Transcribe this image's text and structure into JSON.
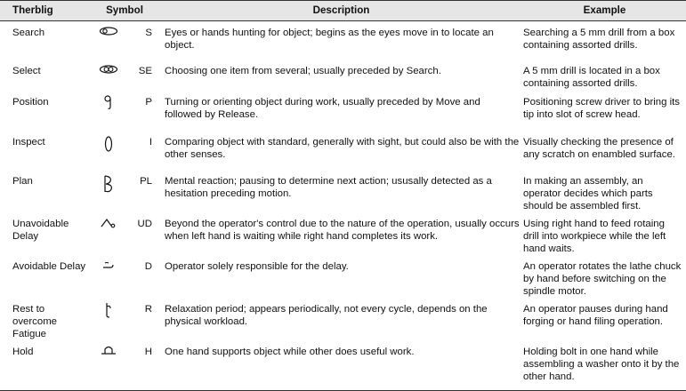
{
  "header": {
    "therblig": "Therblig",
    "symbol": "Symbol",
    "description": "Description",
    "example": "Example"
  },
  "rows": [
    {
      "name": "Search",
      "icon": "search-symbol-icon",
      "code": "S",
      "description": "Eyes or hands hunting for object; begins as the eyes move in to locate an object.",
      "example": "Searching a 5 mm drill from a box containing assorted drills."
    },
    {
      "name": "Select",
      "icon": "select-symbol-icon",
      "code": "SE",
      "description": "Choosing one item from several; usually preceded by Search.",
      "example": "A 5 mm drill is located in a box containing assorted drills."
    },
    {
      "name": "Position",
      "icon": "position-symbol-icon",
      "code": "P",
      "description": "Turning or orienting object during work, usually preceded by Move and followed by Release.",
      "example": "Positioning screw driver to bring its tip into slot of screw head."
    },
    {
      "name": "Inspect",
      "icon": "inspect-symbol-icon",
      "code": "I",
      "description": "Comparing object with standard, generally with sight, but could also be with the other senses.",
      "example": "Visually checking the presence of any scratch on enambled surface."
    },
    {
      "name": "Plan",
      "icon": "plan-symbol-icon",
      "code": "PL",
      "description": "Mental reaction; pausing to determine next action; ususally detected as a hesitation preceding motion.",
      "example": "In making an assembly, an operator decides which parts should be assembled first."
    },
    {
      "name": "Unavoidable Delay",
      "icon": "unavoidable-delay-symbol-icon",
      "code": "UD",
      "description": "Beyond the operator's control due to the nature of the operation, usually occurs when left hand is waiting while right hand completes its work.",
      "example": "Using right hand to feed rotaing drill into workpiece while the left hand waits."
    },
    {
      "name": "Avoidable Delay",
      "icon": "avoidable-delay-symbol-icon",
      "code": "D",
      "description": "Operator solely responsible for the delay.",
      "example": "An operator rotates the lathe chuck by hand before switching on the spindle motor."
    },
    {
      "name": "Rest to overcome Fatigue",
      "icon": "rest-symbol-icon",
      "code": "R",
      "description": "Relaxation period; appears periodically, not every cycle, depends on the physical workload.",
      "example": "An operator pauses during hand forging or hand filing operation."
    },
    {
      "name": "Hold",
      "icon": "hold-symbol-icon",
      "code": "H",
      "description": "One hand supports object while other does useful work.",
      "example": "Holding bolt in one hand while assembling a washer onto it by the other hand."
    }
  ]
}
